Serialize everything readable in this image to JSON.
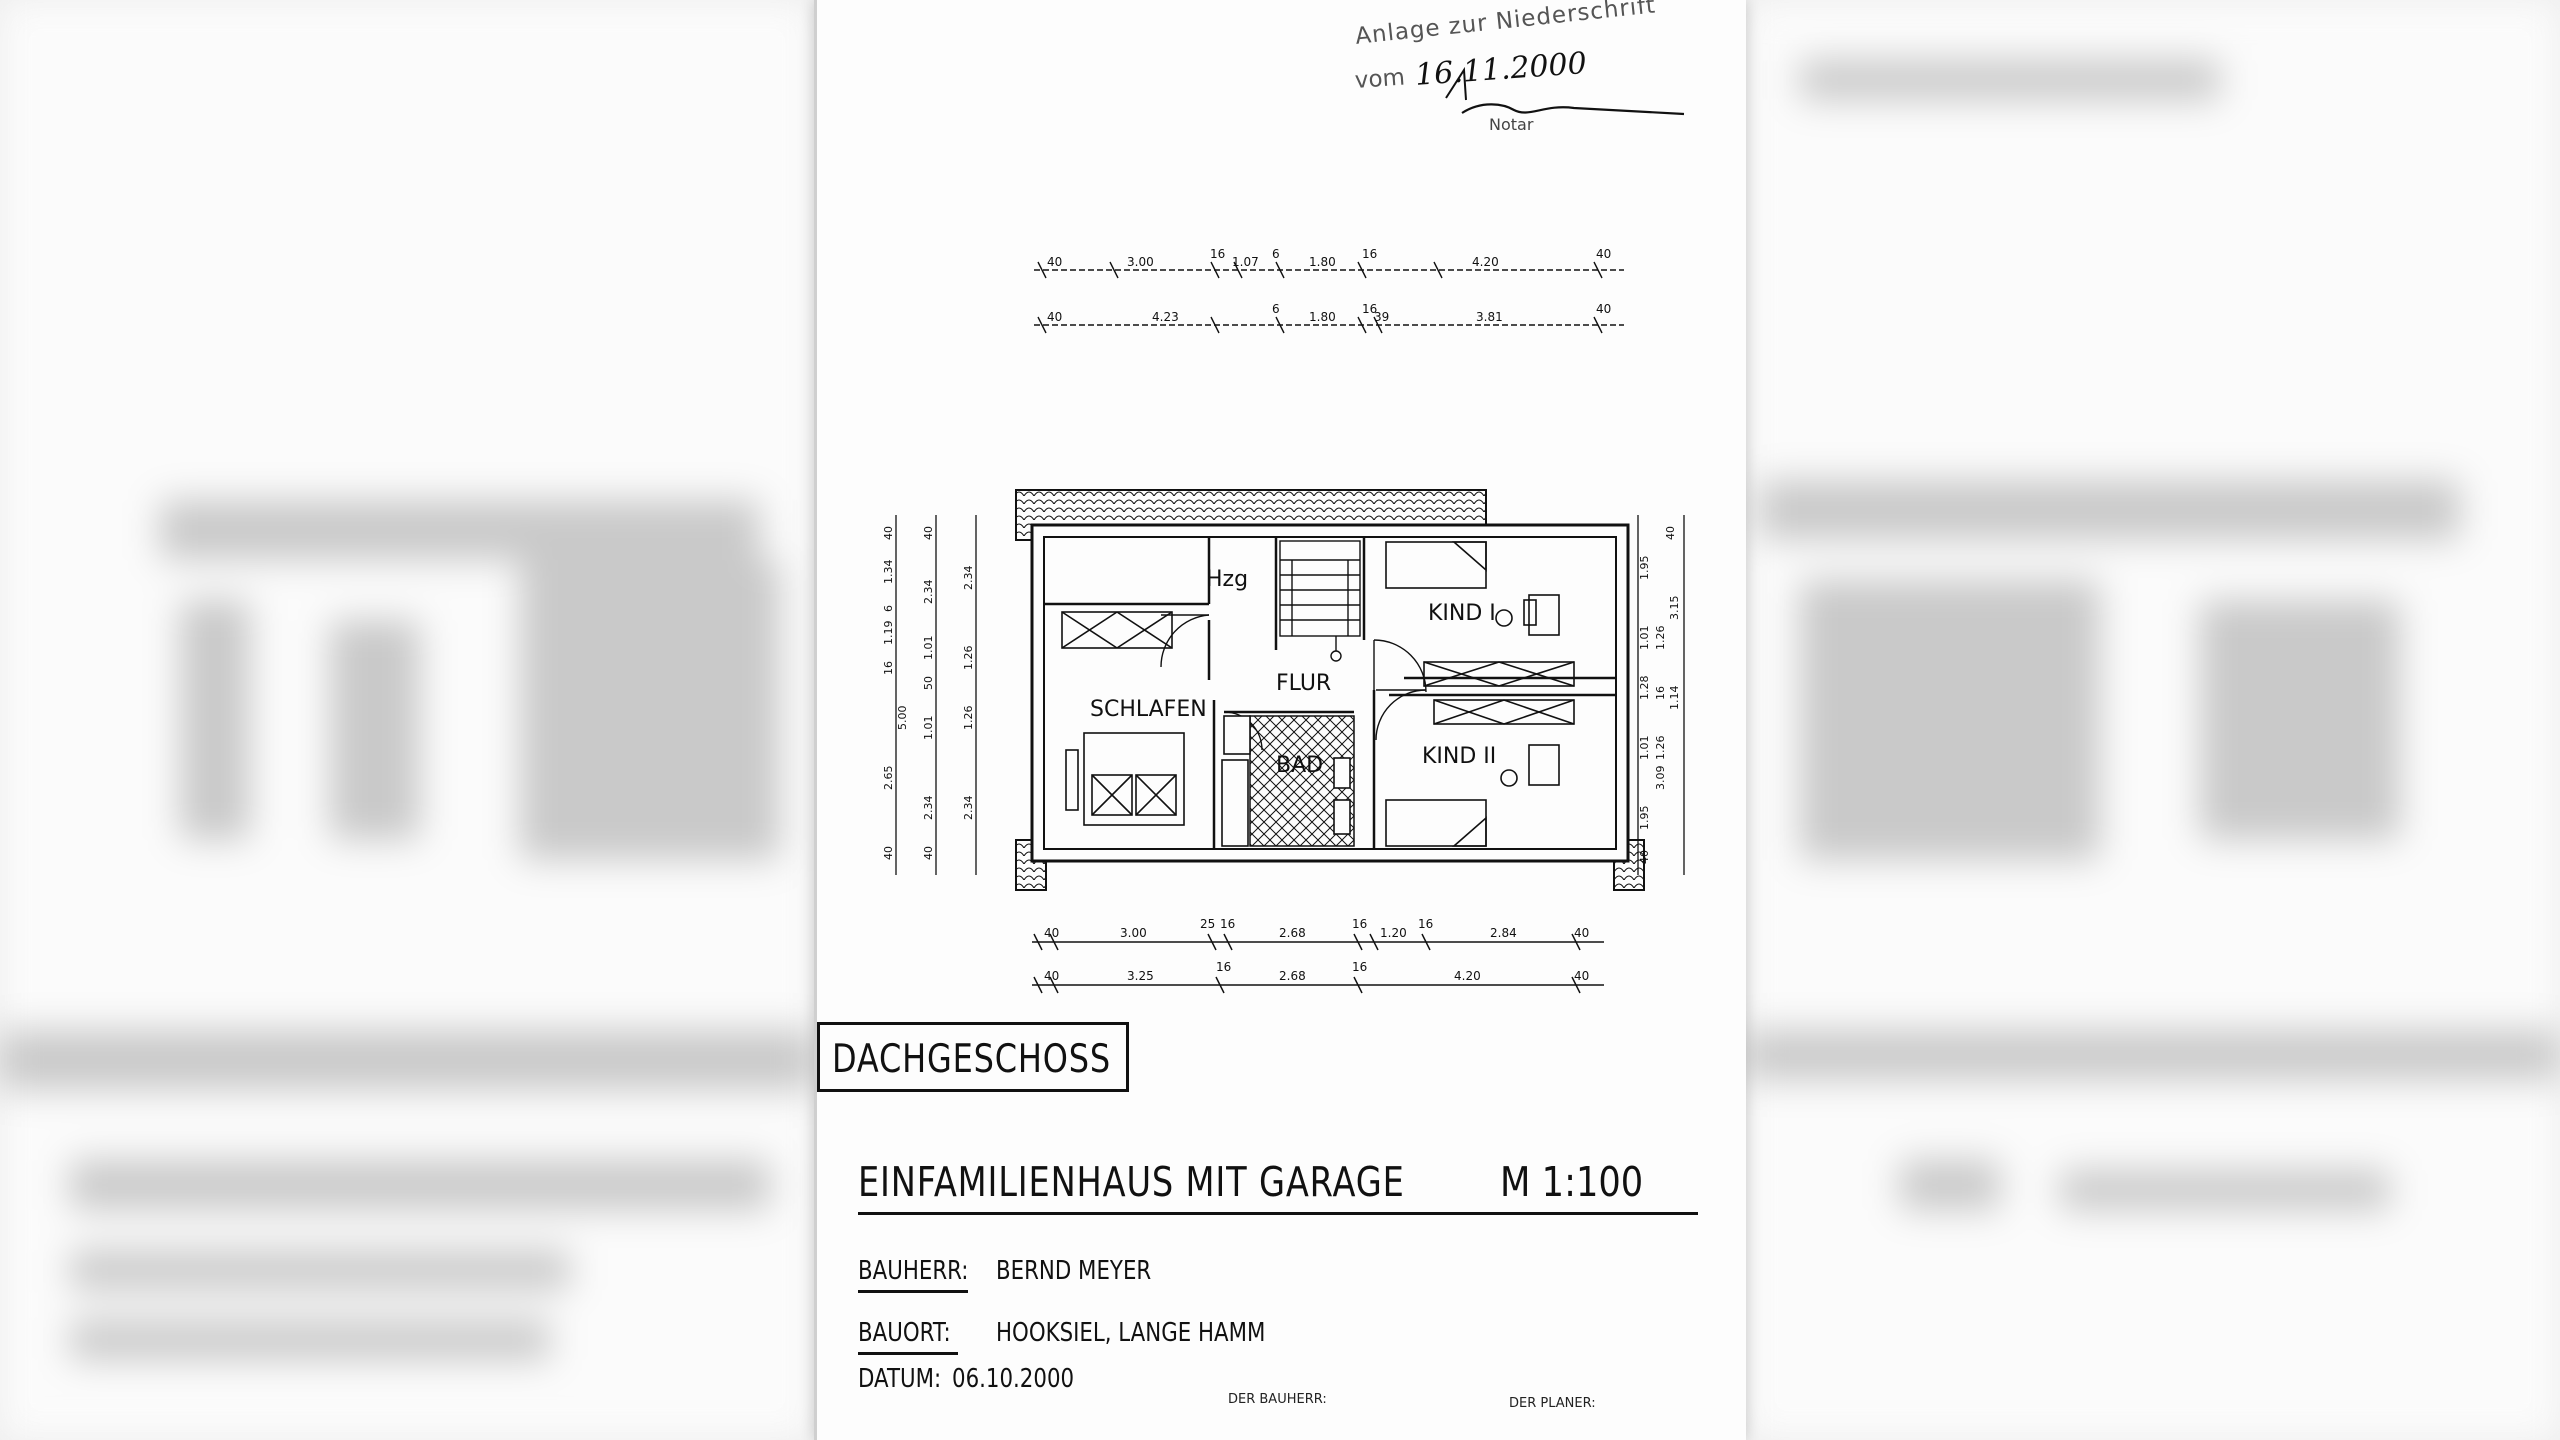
{
  "stamp": {
    "line1": "Anlage zur Niederschrift",
    "prefix": "vom",
    "date": "16.11.2000",
    "signer": "Notar"
  },
  "plan": {
    "rooms": {
      "hzg": "Hzg",
      "flur": "FLUR",
      "kind1": "KIND I",
      "schlafen": "SCHLAFEN",
      "bad": "BAD",
      "kind2": "KIND II"
    },
    "dims_top_1": [
      "40",
      "3.00",
      "16",
      "1.07",
      "6",
      "1.80",
      "16",
      "4.20",
      "40"
    ],
    "dims_top_2": [
      "40",
      "4.23",
      "6",
      "1.80",
      "16",
      "39",
      "3.81",
      "40"
    ],
    "dims_bottom_1": [
      "40",
      "3.00",
      "25",
      "16",
      "2.68",
      "16",
      "1.20",
      "16",
      "2.84",
      "40"
    ],
    "dims_bottom_2": [
      "40",
      "3.25",
      "16",
      "2.68",
      "16",
      "4.20",
      "40"
    ],
    "dims_left_outer": [
      "40",
      "1.34",
      "6",
      "1.19",
      "16",
      "5.00",
      "2.65",
      "40"
    ],
    "dims_left_inner": [
      "40",
      "2.34",
      "1.01",
      "50",
      "1.01",
      "2.34",
      "40"
    ],
    "dims_left_third": [
      "2.34",
      "1.26",
      "1.26",
      "2.34"
    ],
    "dims_right": [
      "40",
      "1.95",
      "1.01",
      "1.26",
      "3.15",
      "1.28",
      "16",
      "1.14",
      "1.01",
      "1.26",
      "3.09",
      "1.95",
      "40"
    ]
  },
  "title_box": "DACHGESCHOSS",
  "heading": "EINFAMILIENHAUS MIT GARAGE",
  "scale": "M 1:100",
  "bauherr_label": "BAUHERR:",
  "bauherr_value": "BERND MEYER",
  "bauort_label": "BAUORT:",
  "bauort_value": "HOOKSIEL, LANGE HAMM",
  "datum_label": "DATUM:",
  "datum_value": "06.10.2000",
  "sign_bauherr": "DER BAUHERR:",
  "sign_planer": "DER PLANER:"
}
